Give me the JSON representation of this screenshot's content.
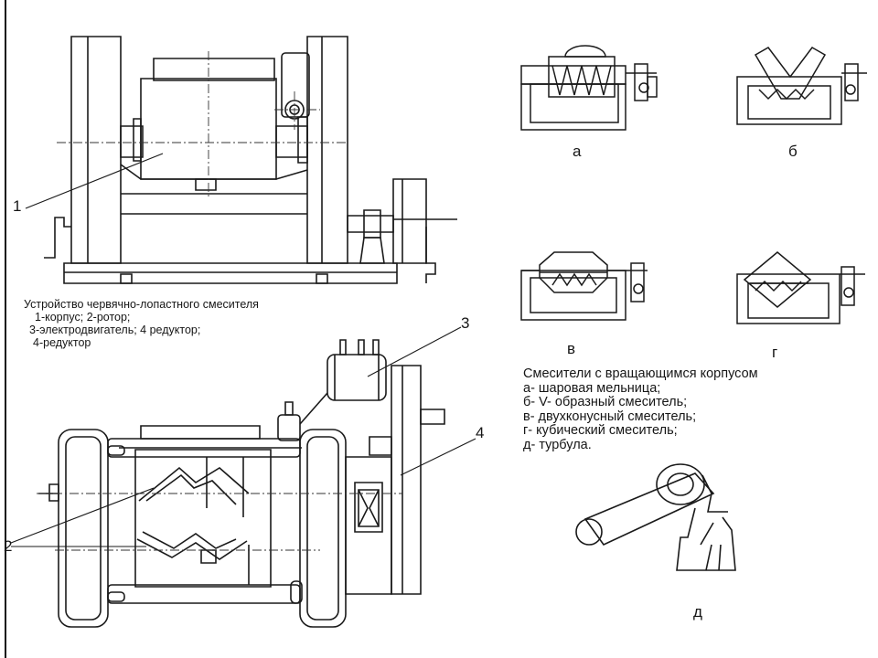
{
  "upper_mixer": {
    "callout": "1",
    "caption": [
      "Устройство червячно-лопастного смесителя",
      "1-корпус; 2-ротор;",
      "3-электродвигатель; 4 редуктор;",
      "4-редуктор"
    ]
  },
  "lower_mixer": {
    "callouts": {
      "rotor": "2",
      "motor": "3",
      "reducer": "4"
    }
  },
  "rotating_mixers": {
    "figures": {
      "a": "а",
      "b": "б",
      "v": "в",
      "g": "г",
      "d": "д"
    },
    "caption": [
      "Смесители с вращающимся корпусом",
      "а- шаровая мельница;",
      "б- V- образный смеситель;",
      "в- двухконусный смеситель;",
      "г- кубический смеситель;",
      "д- турбула."
    ]
  }
}
